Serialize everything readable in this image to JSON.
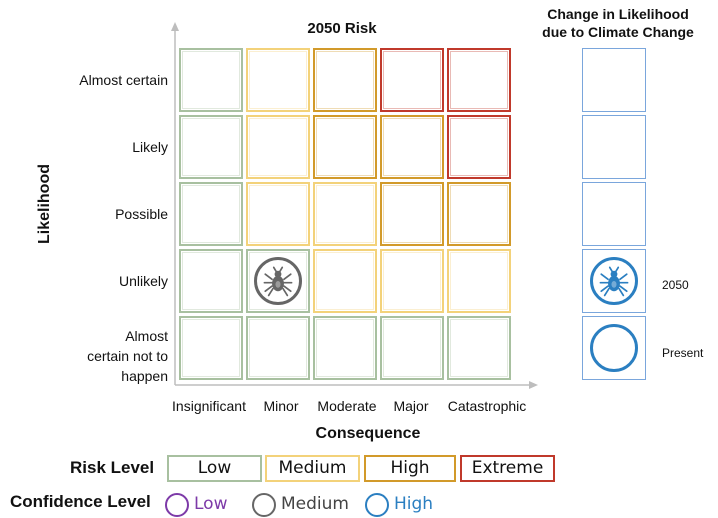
{
  "title": "2050 Risk",
  "change_title_line1": "Change in Likelihood",
  "change_title_line2": "due to Climate Change",
  "y_axis_title": "Likelihood",
  "x_axis_title": "Consequence",
  "likelihood_levels": [
    "Almost certain",
    "Likely",
    "Possible",
    "Unlikely",
    "Almost certain not to happen"
  ],
  "consequence_levels": [
    "Insignificant",
    "Minor",
    "Moderate",
    "Major",
    "Catastrophic"
  ],
  "colors": {
    "low": "#a8c0a0",
    "medium": "#f3d27a",
    "high": "#d29a2a",
    "extreme": "#c0392b",
    "conf_low": "#7d3aa8",
    "conf_medium": "#666666",
    "conf_high": "#2b7fc1",
    "change_box": "#7aa6dc"
  },
  "matrix": [
    [
      "low",
      "medium",
      "high",
      "extreme",
      "extreme"
    ],
    [
      "low",
      "medium",
      "high",
      "high",
      "extreme"
    ],
    [
      "low",
      "medium",
      "medium",
      "high",
      "high"
    ],
    [
      "low",
      "low",
      "medium",
      "medium",
      "medium"
    ],
    [
      "low",
      "low",
      "low",
      "low",
      "low"
    ]
  ],
  "risk_marker": {
    "likelihood": "Unlikely",
    "consequence": "Minor",
    "icon": "tick-icon",
    "confidence": "medium"
  },
  "change_markers": {
    "2050": {
      "label": "2050",
      "likelihood": "Unlikely",
      "icon": "tick-icon",
      "confidence": "high"
    },
    "present": {
      "label": "Present",
      "likelihood": "Almost certain not to happen",
      "confidence": "high"
    }
  },
  "legend": {
    "risk_level_label": "Risk Level",
    "risk_levels": [
      {
        "key": "low",
        "label": "Low"
      },
      {
        "key": "medium",
        "label": "Medium"
      },
      {
        "key": "high",
        "label": "High"
      },
      {
        "key": "extreme",
        "label": "Extreme"
      }
    ],
    "confidence_label": "Confidence Level",
    "confidence_levels": [
      {
        "key": "conf_low",
        "label": "Low"
      },
      {
        "key": "conf_medium",
        "label": "Medium"
      },
      {
        "key": "conf_high",
        "label": "High"
      }
    ]
  }
}
